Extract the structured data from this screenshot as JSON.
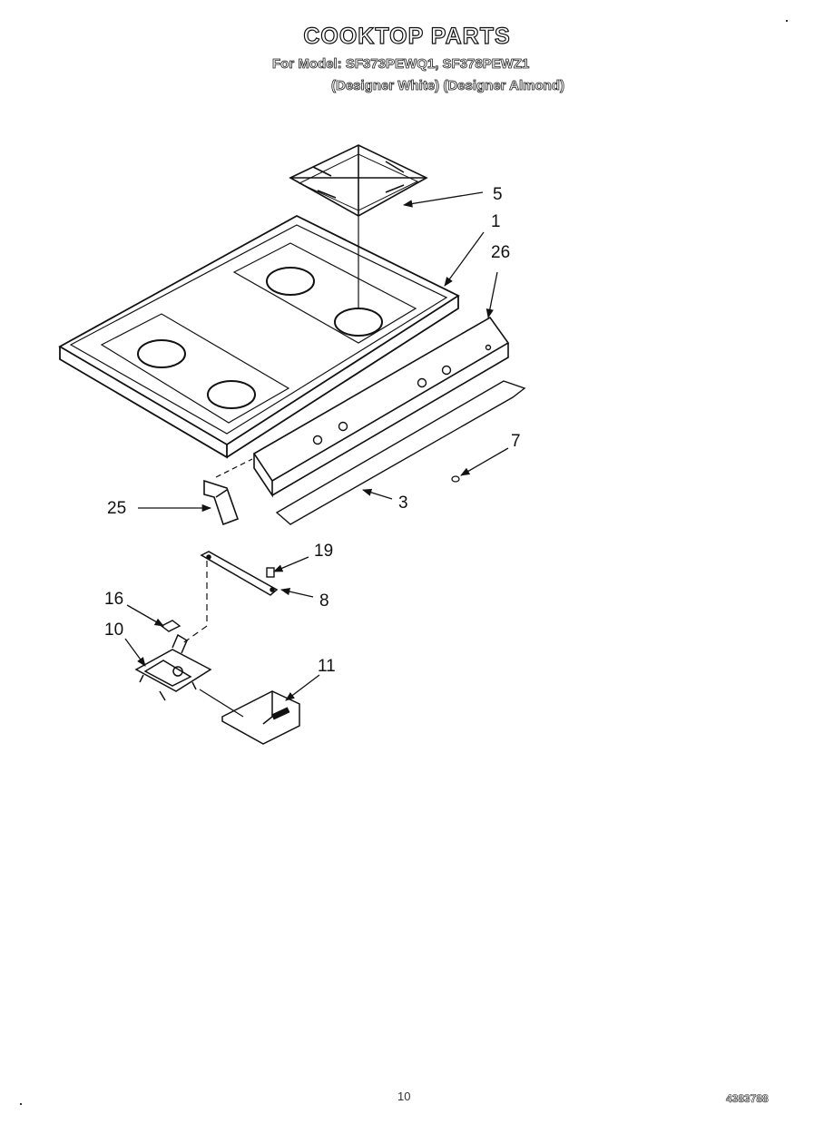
{
  "header": {
    "title": "COOKTOP PARTS",
    "models_line": "For Model: SF373PEWQ1, SF378PEWZ1",
    "finish_line": "(Designer White) (Designer Almond)"
  },
  "callouts": [
    {
      "id": "5",
      "label": "5"
    },
    {
      "id": "1",
      "label": "1"
    },
    {
      "id": "26",
      "label": "26"
    },
    {
      "id": "7",
      "label": "7"
    },
    {
      "id": "3",
      "label": "3"
    },
    {
      "id": "25",
      "label": "25"
    },
    {
      "id": "19",
      "label": "19"
    },
    {
      "id": "8",
      "label": "8"
    },
    {
      "id": "16",
      "label": "16"
    },
    {
      "id": "10",
      "label": "10"
    },
    {
      "id": "11",
      "label": "11"
    }
  ],
  "footer": {
    "page_number": "10",
    "document_number": "4383788"
  }
}
